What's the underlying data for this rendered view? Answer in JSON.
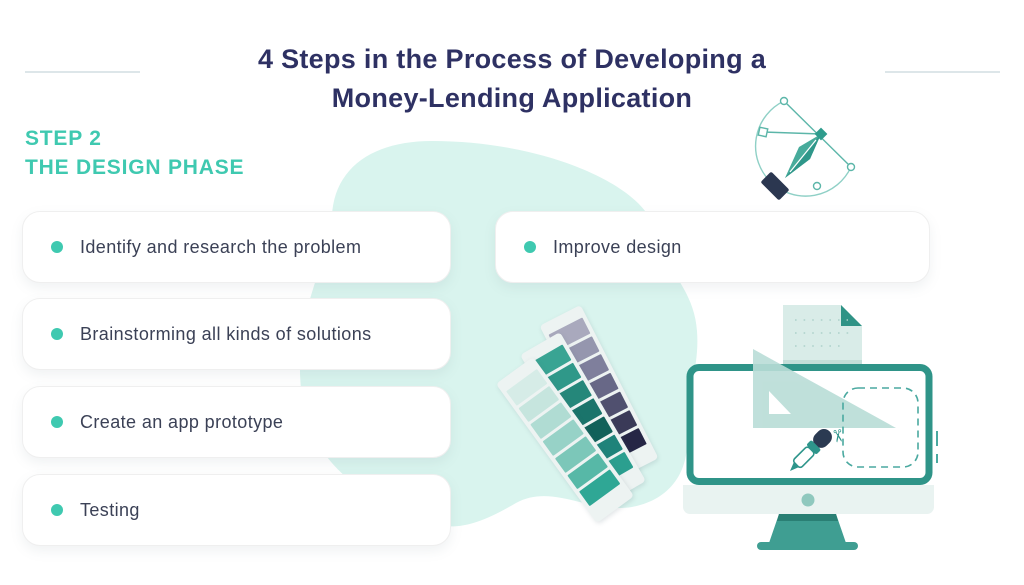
{
  "header": {
    "title_line1": "4 Steps in the Process of Developing a",
    "title_line2": "Money-Lending Application",
    "title_color": "#2e3163"
  },
  "step": {
    "label": "STEP 2",
    "sublabel": "THE DESIGN PHASE",
    "color": "#3fc9b0"
  },
  "checklist": {
    "bullet_color": "#3fc9b0",
    "text_color": "#3b4156",
    "left_items": [
      {
        "label": "Identify and research the problem"
      },
      {
        "label": "Brainstorming all kinds of solutions"
      },
      {
        "label": "Create an app prototype"
      },
      {
        "label": "Testing"
      }
    ],
    "right_items": [
      {
        "label": "Improve design"
      }
    ]
  },
  "icons": {
    "scissors": "✂"
  },
  "illustrations": {
    "blob_color": "#d9f4ee",
    "accent_teal": "#2f9488",
    "accent_navy": "#2b3750",
    "swatch_fan": {
      "mint": [
        "#d6ece7",
        "#c6e5de",
        "#b0dcd3",
        "#97d2c7",
        "#7cc7b9",
        "#57b8a7",
        "#2fa795"
      ],
      "teal": [
        "#39a493",
        "#2f9889",
        "#25877a",
        "#1a746b",
        "#11615a",
        "#1f837a",
        "#2b9f8f"
      ],
      "purple": [
        "#a9a9bd",
        "#9596ae",
        "#7f7f9c",
        "#686887",
        "#50506f",
        "#3a3a58",
        "#262645"
      ]
    }
  }
}
